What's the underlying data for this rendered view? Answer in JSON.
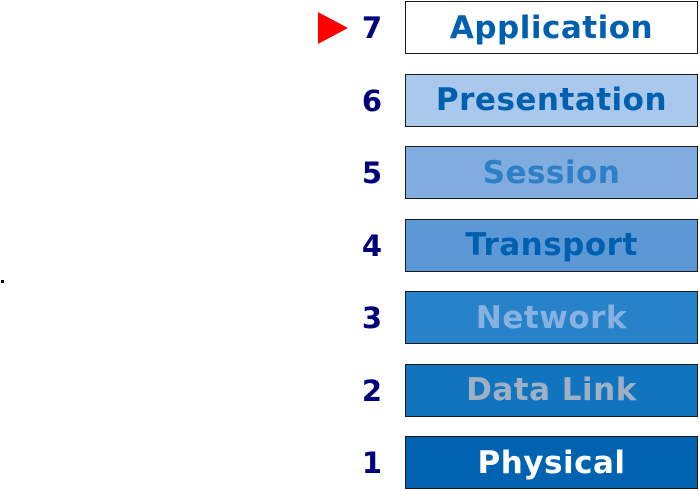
{
  "layers": [
    {
      "number": "7",
      "name": "Application",
      "fill": "#ffffff",
      "text_color": "#0060b0",
      "selected": true
    },
    {
      "number": "6",
      "name": "Presentation",
      "fill": "#a9c8ec",
      "text_color": "#0060b0",
      "selected": false
    },
    {
      "number": "5",
      "name": "Session",
      "fill": "#80acdf",
      "text_color": "#2d80c8",
      "selected": false
    },
    {
      "number": "4",
      "name": "Transport",
      "fill": "#5c98d6",
      "text_color": "#0060b0",
      "selected": false
    },
    {
      "number": "3",
      "name": "Network",
      "fill": "#2882ca",
      "text_color": "#86b1e0",
      "selected": false
    },
    {
      "number": "2",
      "name": "Data Link",
      "fill": "#1174bf",
      "text_color": "#a0b0c4",
      "selected": false
    },
    {
      "number": "1",
      "name": "Physical",
      "fill": "#0063b1",
      "text_color": "#ffffff",
      "selected": false
    }
  ],
  "colors": {
    "number": "#00007a",
    "marker": "#ff0000",
    "border": "#1a1a1a"
  },
  "marker_icon": "triangle-right-icon"
}
